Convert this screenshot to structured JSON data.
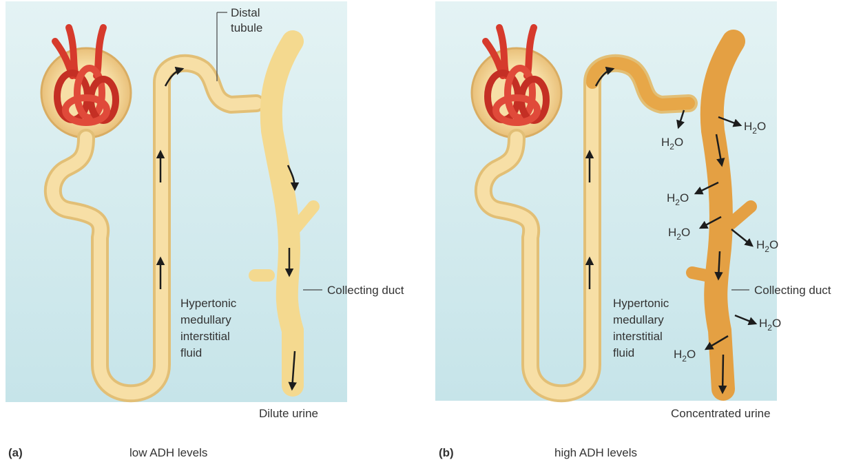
{
  "panel_a": {
    "label": "(a)",
    "caption": "low ADH levels",
    "distal_tubule": "Distal\ntubule",
    "collecting_duct": "Collecting duct",
    "interstitial": "Hypertonic\nmedullary\ninterstitial\nfluid",
    "urine": "Dilute urine"
  },
  "panel_b": {
    "label": "(b)",
    "caption": "high ADH levels",
    "collecting_duct": "Collecting duct",
    "interstitial": "Hypertonic\nmedullary\ninterstitial\nfluid",
    "urine": "Concentrated urine",
    "water": "H",
    "water_sub": "2",
    "water_o": "O"
  },
  "colors": {
    "background_fluid": "#d2ecef",
    "tubule_light": "#f6dc98",
    "tubule_dark": "#e8a84a",
    "glomerulus": "#d63a2c"
  }
}
